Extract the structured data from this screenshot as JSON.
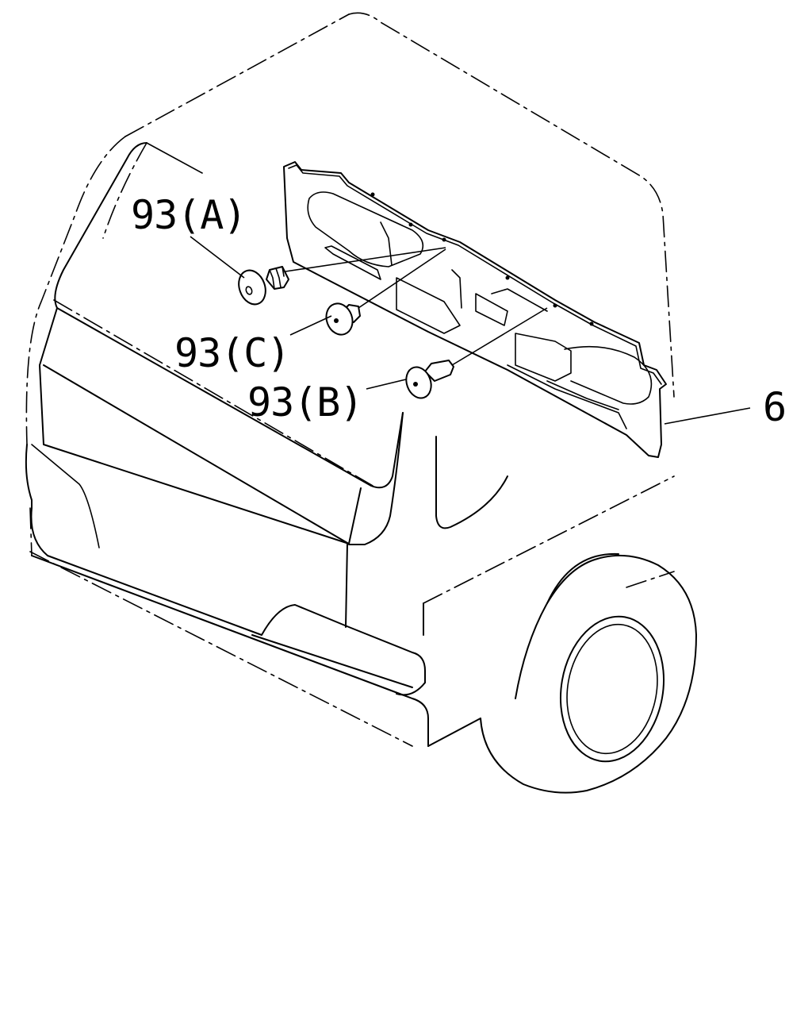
{
  "diagram": {
    "callouts": [
      {
        "id": "a",
        "text": "93(A)"
      },
      {
        "id": "c",
        "text": "93(C)"
      },
      {
        "id": "b",
        "text": "93(B)"
      },
      {
        "id": "trim",
        "text": "6"
      }
    ]
  }
}
